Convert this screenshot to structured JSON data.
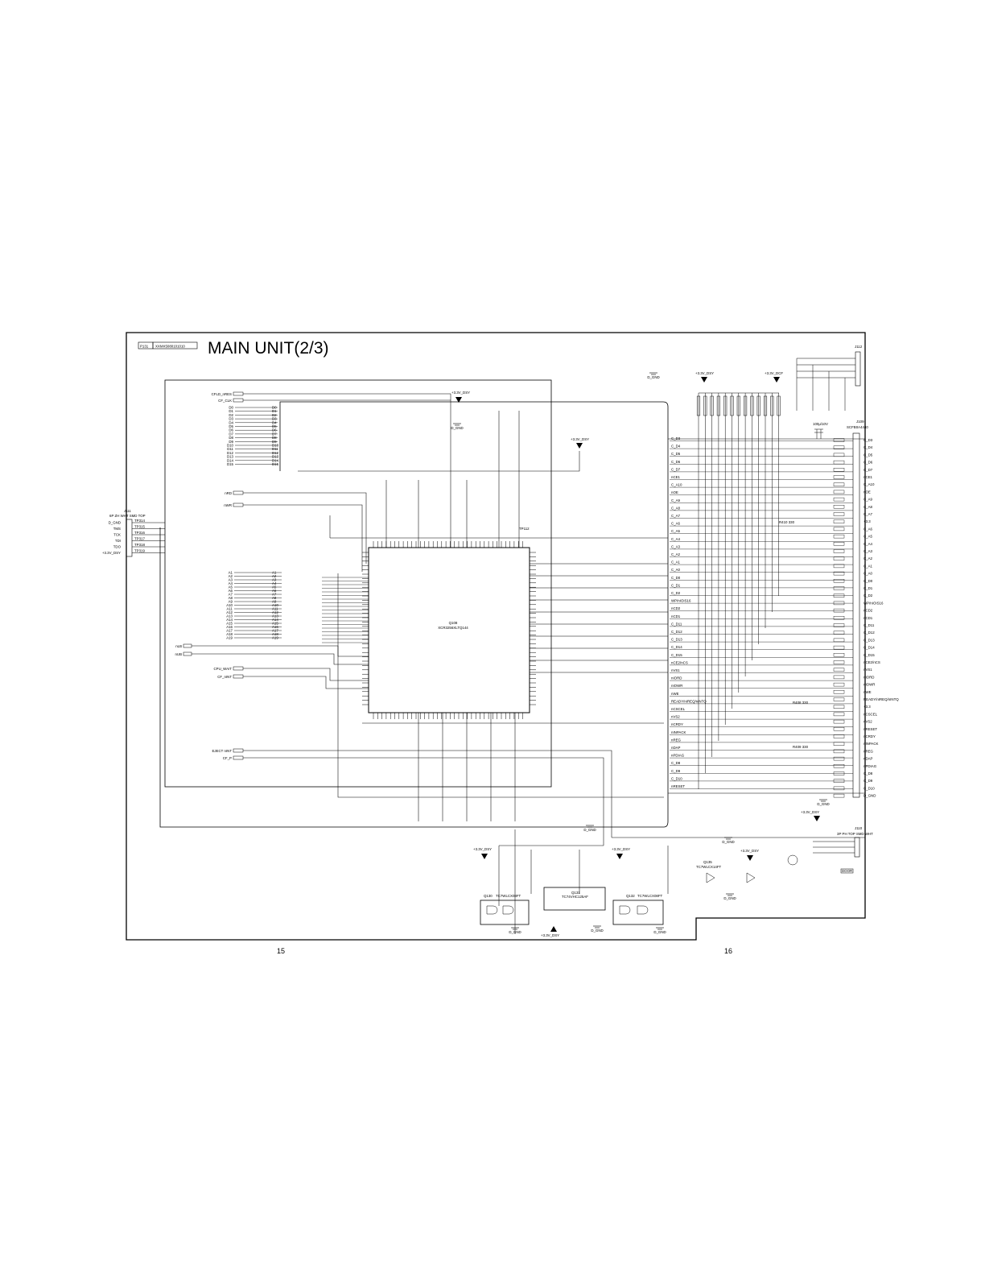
{
  "header": {
    "pcb_label": "P131",
    "pcb_part": "XXMX5080101010",
    "title": "MAIN UNIT(2/3)"
  },
  "page_numbers": {
    "left": "15",
    "right": "16"
  },
  "ics": {
    "fpga": {
      "ref": "Q108",
      "part": "XCR3256XLTQ144"
    },
    "q130": {
      "ref": "Q130",
      "part": "TC7WLCX08FT"
    },
    "q131": {
      "ref": "Q131",
      "part": "TC74VHC125AF"
    },
    "q132": {
      "ref": "Q132",
      "part": "TC7WLCX08FT"
    },
    "q135": {
      "ref": "Q135",
      "part": "TC7WLCX14FT"
    },
    "cf_conn": {
      "ref": "J109",
      "part": "SCFB0A4440"
    },
    "jtag_conn": {
      "ref": "J111",
      "part": "6P ZH WHT SMD TOP"
    },
    "eject_conn": {
      "ref": "J110",
      "part": "3P PH TOP SMD WHT"
    },
    "j112": {
      "ref": "J112"
    }
  },
  "power": {
    "v33_dsy": "+3.3V_DSY",
    "v33_dcf": "+3.3V_DCF",
    "gnd": "D_GND"
  },
  "cpu_signals": {
    "cfld_nres": "CFLD_nRES",
    "cf_clk": "CF_CLK",
    "data": [
      "D0",
      "D1",
      "D2",
      "D3",
      "D4",
      "D5",
      "D6",
      "D7",
      "D8",
      "D9",
      "D10",
      "D11",
      "D12",
      "D13",
      "D14",
      "D15"
    ],
    "nrd": "nRD",
    "nwr": "nWR",
    "addr": [
      "A1",
      "A2",
      "A3",
      "A4",
      "A5",
      "A6",
      "A7",
      "A8",
      "A9",
      "A10",
      "A11",
      "A12",
      "A13",
      "A14",
      "A15",
      "A16",
      "A17",
      "A18",
      "A19"
    ],
    "nlb": "nLB",
    "nub": "nUB",
    "cpu_wait": "CPU_WAIT",
    "cf_nint": "CF_nINT",
    "eject_nint": "EJECT nINT",
    "cf_p": "CF_P"
  },
  "jtag": {
    "pins": [
      "D_GND",
      "TMS",
      "TCK",
      "TDI",
      "TDO",
      "+3.3V_DSY"
    ],
    "tps": [
      "TP314",
      "TP315",
      "TP316",
      "TP317",
      "TP318",
      "TP319"
    ]
  },
  "cf_side_signals": [
    "C_D3",
    "C_D4",
    "C_D5",
    "C_D6",
    "C_D7",
    "nCE1",
    "C_A10",
    "nOE",
    "C_A9",
    "C_A8",
    "C_A7",
    "C_A6",
    "C_A5",
    "C_A4",
    "C_A3",
    "C_A2",
    "C_A1",
    "C_A0",
    "C_D0",
    "C_D1",
    "C_D2",
    "WP/nIOIS16",
    "nCD2",
    "nCD1",
    "C_D11",
    "C_D12",
    "C_D13",
    "C_D14",
    "C_D15",
    "nCE2/nCS",
    "nVS1",
    "nIORD",
    "nIOWR",
    "nWE",
    "READY/nIREQ/nINTQ",
    "nCSCEL",
    "nVS2",
    "nCRDY",
    "nINPACK",
    "nREG",
    "nDAP",
    "nPDIAG",
    "C_D8",
    "C_D9",
    "C_D10",
    "nRESET"
  ],
  "cf_conn_pins": [
    "C_D3",
    "C_D4",
    "C_D5",
    "C_D6",
    "C_D7",
    "nCE1",
    "C_A10",
    "nOE",
    "C_A9",
    "C_A8",
    "C_A7",
    "+3.3",
    "C_A6",
    "C_A5",
    "C_A4",
    "C_A3",
    "C_A2",
    "C_A1",
    "C_A0",
    "C_D0",
    "C_D1",
    "C_D2",
    "WP/nIOIS16",
    "nCD2",
    "nCD1",
    "C_D11",
    "C_D12",
    "C_D13",
    "C_D14",
    "C_D15",
    "nCE2/nCS",
    "nVS1",
    "nIORD",
    "nIOWR",
    "nWE",
    "READY/nIREQ/nINTQ",
    "+3.3",
    "nCSCEL",
    "nVS2",
    "nRESET",
    "nCRDY",
    "nINPACK",
    "nREG",
    "nDAP",
    "nPDIAG",
    "C_D8",
    "C_D9",
    "C_D10",
    "D_GND"
  ],
  "resistors": {
    "r408": "R408 330",
    "r409": "R409 330",
    "r410": "R410 330"
  },
  "misc": {
    "door": "DOOR",
    "tp112": "TP112",
    "capacitor_value": "100μ/10V"
  }
}
